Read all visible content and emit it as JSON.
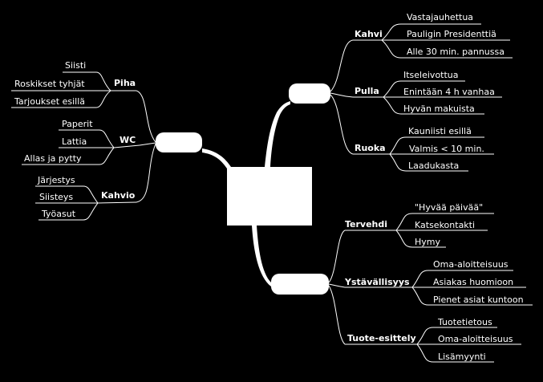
{
  "mindmap": {
    "left": {
      "groups": [
        {
          "title": "Piha",
          "items": [
            "Siisti",
            "Roskikset tyhjät",
            "Tarjoukset esillä"
          ]
        },
        {
          "title": "WC",
          "items": [
            "Paperit",
            "Lattia",
            "Allas ja pytty"
          ]
        },
        {
          "title": "Kahvio",
          "items": [
            "Järjestys",
            "Siisteys",
            "Työasut"
          ]
        }
      ]
    },
    "right_top": {
      "groups": [
        {
          "title": "Kahvi",
          "items": [
            "Vastajauhettua",
            "Pauligin Presidenttiä",
            "Alle 30 min. pannussa"
          ]
        },
        {
          "title": "Pulla",
          "items": [
            "Itseleivottua",
            "Enintään 4 h vanhaa",
            "Hyvän makuista"
          ]
        },
        {
          "title": "Ruoka",
          "items": [
            "Kauniisti esillä",
            "Valmis < 10 min.",
            "Laadukasta"
          ]
        }
      ]
    },
    "right_bottom": {
      "groups": [
        {
          "title": "Tervehdi",
          "items": [
            "\"Hyvää päivää\"",
            "Katsekontakti",
            "Hymy"
          ]
        },
        {
          "title": "Ystävällisyys",
          "items": [
            "Oma-aloitteisuus",
            "Asiakas huomioon",
            "Pienet asiat kuntoon"
          ]
        },
        {
          "title": "Tuote-esittely",
          "items": [
            "Tuotetietous",
            "Oma-aloitteisuus",
            "Lisämyynti"
          ]
        }
      ]
    }
  }
}
